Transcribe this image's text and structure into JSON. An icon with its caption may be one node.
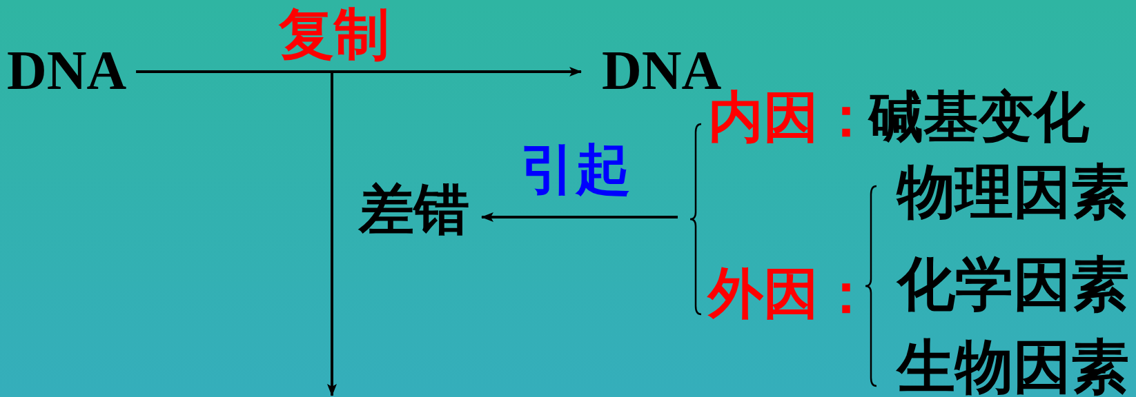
{
  "diagram": {
    "nodes": [
      {
        "text": [
          "DNA"
        ]
      },
      {
        "text": [
          "DNA"
        ]
      },
      {
        "text": [
          "差错"
        ]
      }
    ],
    "edges": [
      {
        "from": 0,
        "to": 1,
        "arrow": "to",
        "label": "复制"
      },
      {
        "from": 0,
        "to": null,
        "arrow": "to"
      },
      {
        "from": null,
        "to": 2,
        "arrow": "to",
        "label": "引起"
      }
    ],
    "labels": [
      "内因：",
      "碱基变化",
      "外因：",
      "物理因素",
      "化学因素",
      "生物因素"
    ]
  }
}
